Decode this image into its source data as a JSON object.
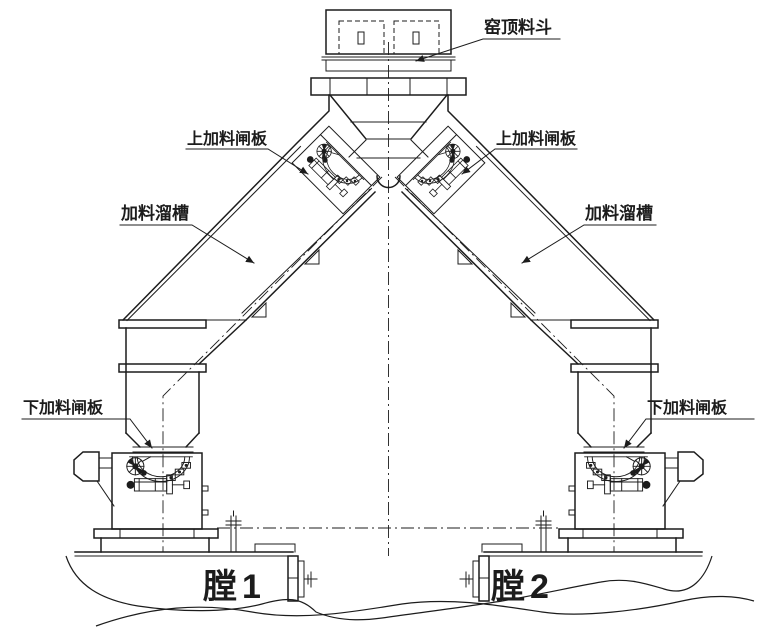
{
  "drawing": {
    "colors": {
      "line": "#1c1c1c",
      "background": "#ffffff"
    },
    "labels": {
      "top_hopper": "窑顶料斗",
      "upper_gate_left": "上加料闸板",
      "upper_gate_right": "上加料闸板",
      "chute_left": "加料溜槽",
      "chute_right": "加料溜槽",
      "lower_gate_left": "下加料闸板",
      "lower_gate_right": "下加料闸板",
      "chamber_1": "膛1",
      "chamber_2": "膛2"
    }
  }
}
